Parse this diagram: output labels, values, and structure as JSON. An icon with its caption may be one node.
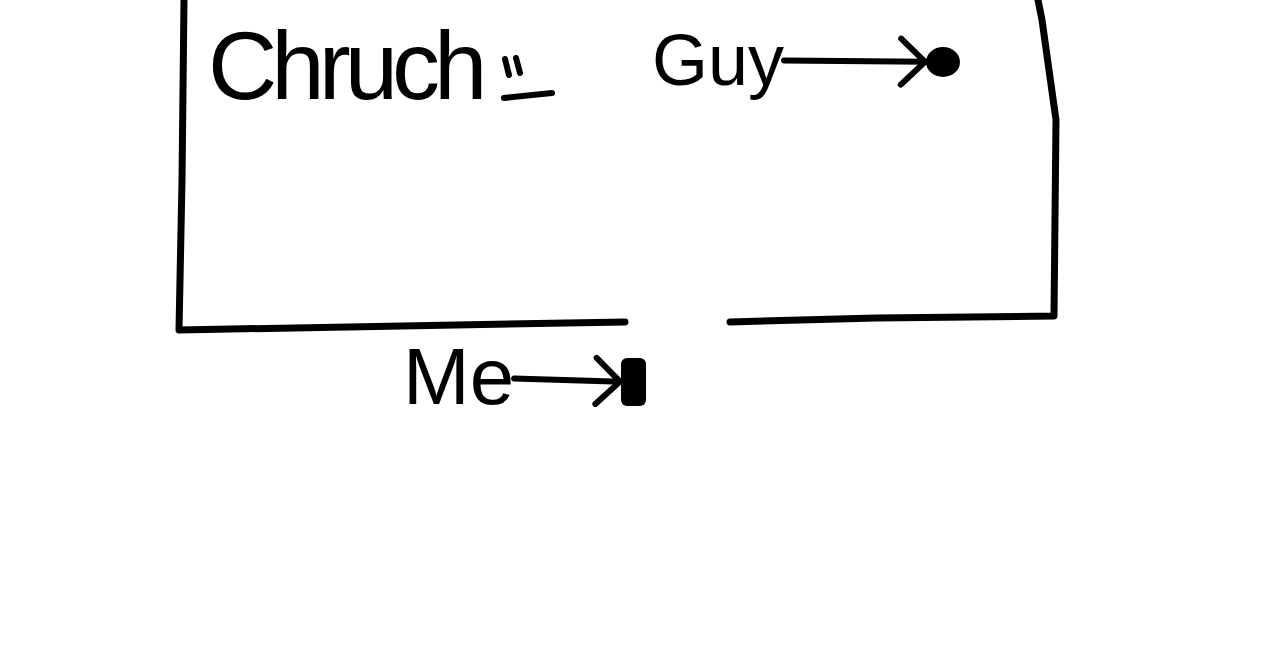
{
  "diagram": {
    "nodes": [
      {
        "text": [
          "Chruch"
        ]
      },
      {
        "text": [
          "Guy"
        ],
        "in": 0
      },
      {
        "text": [],
        "shape": "circle",
        "in": 0
      },
      {
        "text": [
          "Me"
        ]
      },
      {
        "text": [],
        "shape": "box"
      }
    ],
    "edges": [
      {
        "from": 1,
        "to": 2,
        "arrow": "to"
      },
      {
        "from": 3,
        "to": 4,
        "arrow": "to"
      }
    ]
  }
}
